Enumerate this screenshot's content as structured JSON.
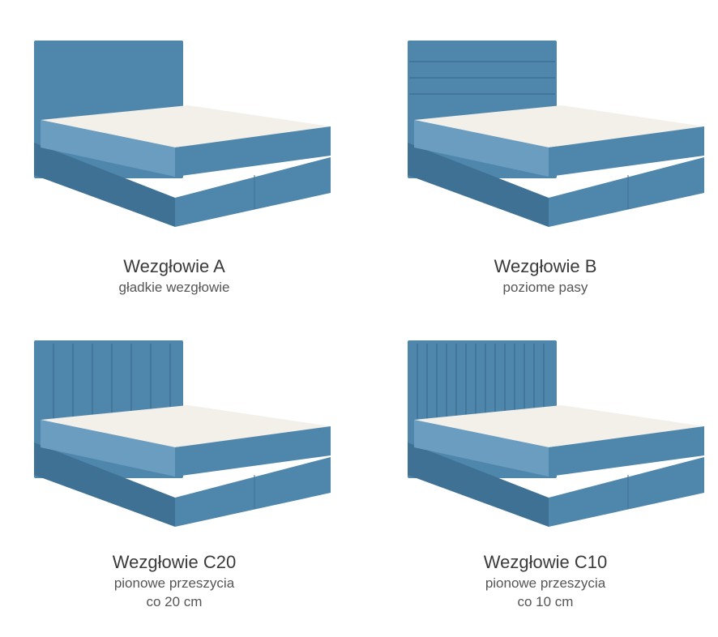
{
  "colors": {
    "fabric": "#4f86ab",
    "fabric_dark": "#3f7194",
    "fabric_light": "#6a9dc0",
    "mattress": "#f3f0ea",
    "text": "#3a3a3a"
  },
  "items": [
    {
      "title": "Wezgłowie A",
      "desc": [
        "gładkie wezgłowie"
      ],
      "headboard": "plain"
    },
    {
      "title": "Wezgłowie B",
      "desc": [
        "poziome pasy"
      ],
      "headboard": "horizontal"
    },
    {
      "title": "Wezgłowie C20",
      "desc": [
        "pionowe przeszycia",
        "co 20 cm"
      ],
      "headboard": "vertical-20"
    },
    {
      "title": "Wezgłowie C10",
      "desc": [
        "pionowe przeszycia",
        "co 10 cm"
      ],
      "headboard": "vertical-10"
    }
  ]
}
